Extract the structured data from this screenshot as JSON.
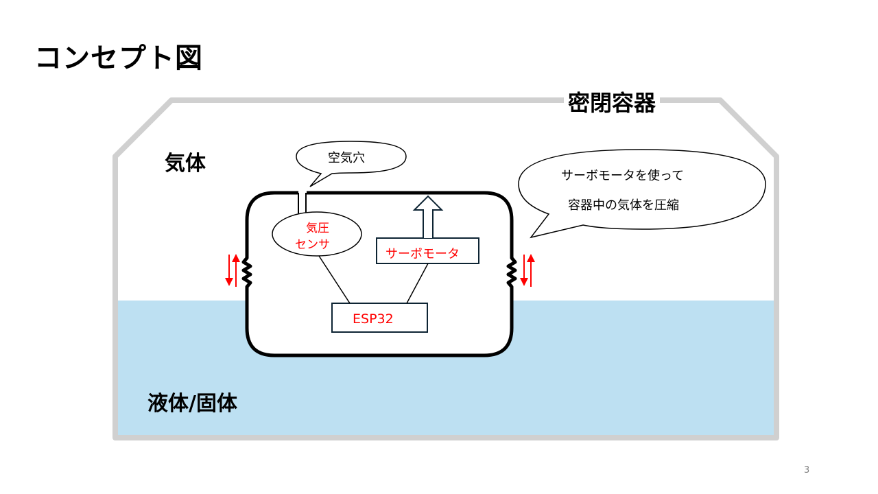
{
  "slide": {
    "title": "コンセプト図",
    "page_number": "3"
  },
  "diagram": {
    "container_label": "密閉容器",
    "gas_region_label": "気体",
    "liquid_region_label": "液体/固体",
    "air_hole_callout": "空気穴",
    "description_callout": {
      "line1": "サーボモータを使って",
      "line2": "容器中の気体を圧縮"
    },
    "components": {
      "pressure_sensor": {
        "line1": "気圧",
        "line2": "センサ"
      },
      "servo_motor": "サーボモータ",
      "microcontroller": "ESP32"
    },
    "colors": {
      "container_border": "#d0d0d0",
      "liquid_fill": "#bde0f2",
      "device_border": "#000000",
      "component_border": "#0d2433",
      "component_text": "#ff0000",
      "movement_arrows": "#ff0000"
    }
  }
}
